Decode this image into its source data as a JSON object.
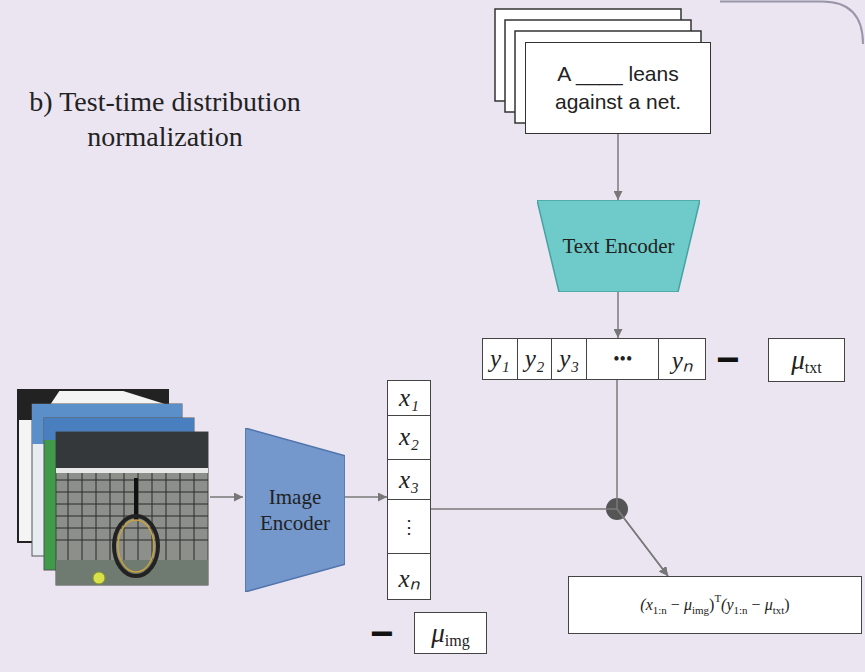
{
  "diagram": {
    "title": "b) Test-time distribution normalization",
    "nodes": [
      {
        "text": [
          "A ____ leans against a net."
        ]
      },
      {
        "text": [
          "Text Encoder"
        ]
      },
      {
        "text": [
          "y₁",
          "y₂",
          "y₃",
          "•••",
          "yₙ"
        ]
      },
      {
        "text": [
          "μ",
          "txt"
        ]
      },
      {
        "text": [
          "Image Encoder"
        ]
      },
      {
        "text": [
          "x₁",
          "x₂",
          "x₃",
          "⋮",
          "xₙ"
        ]
      },
      {
        "text": [
          "(x",
          "1:n",
          "−",
          "μ",
          "img",
          ")",
          "T",
          "(y",
          "1:n",
          "−",
          "μ",
          "txt",
          ")"
        ]
      },
      {
        "text": [
          "μ",
          "img"
        ]
      }
    ],
    "edges": [
      {
        "from": 0,
        "to": 1,
        "arrow": "to"
      },
      {
        "from": 1,
        "to": 2,
        "arrow": "to"
      },
      {
        "from": 4,
        "to": 5,
        "arrow": "to"
      },
      {
        "from": 5,
        "to": 6,
        "arrow": "to"
      },
      {
        "from": 2,
        "to": 6,
        "arrow": "to"
      }
    ],
    "labels": [
      "−",
      "−"
    ]
  }
}
